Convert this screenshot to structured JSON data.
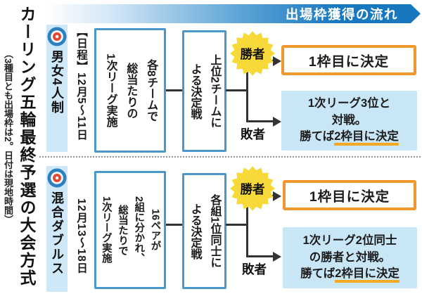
{
  "header": {
    "banner_title": "出場枠獲得の流れ"
  },
  "sidebar": {
    "title": "カーリング五輪最終予選の大会方式",
    "subtitle": "（3種目とも出場枠は2。日付は現地時間）"
  },
  "colors": {
    "banner_blue": "#1878bf",
    "box_border_blue": "#4a97cc",
    "panel_light_blue": "#c9e6f6",
    "strip_light_blue": "#cfe8f7",
    "winner_border_orange": "#f0972d",
    "underline_orange": "#f7a823",
    "burst_yellow": "#f8d93a",
    "icon_blue": "#2e7fc0",
    "icon_red": "#e8452f"
  },
  "rows": [
    {
      "category": "男女4人制",
      "schedule": "【日程】12月5〜11日",
      "league_lines": [
        "各8チームで",
        "総当たりの",
        "1次リーグ実施"
      ],
      "decider_lines": [
        "上位2チームに",
        "よる決定戦"
      ],
      "winner_label": "勝者",
      "winner_result": "1枠目に決定",
      "loser_label": "敗者",
      "loser_lines": [
        "1次リーグ3位と",
        "対戦。"
      ],
      "loser_final_prefix": "勝てば",
      "loser_final_underlined": "2枠目に決定"
    },
    {
      "category": "混合ダブルス",
      "schedule": "12月13〜18日",
      "league_lines": [
        "16ペアが",
        "2組に分かれ、",
        "総当たりで",
        "1次リーグ実施"
      ],
      "decider_lines": [
        "各組1位同士に",
        "よる決定戦"
      ],
      "winner_label": "勝者",
      "winner_result": "1枠目に決定",
      "loser_label": "敗者",
      "loser_lines": [
        "1次リーグ2位同士",
        "の勝者と対戦。"
      ],
      "loser_final_prefix": "勝てば",
      "loser_final_underlined": "2枠目に決定"
    }
  ]
}
